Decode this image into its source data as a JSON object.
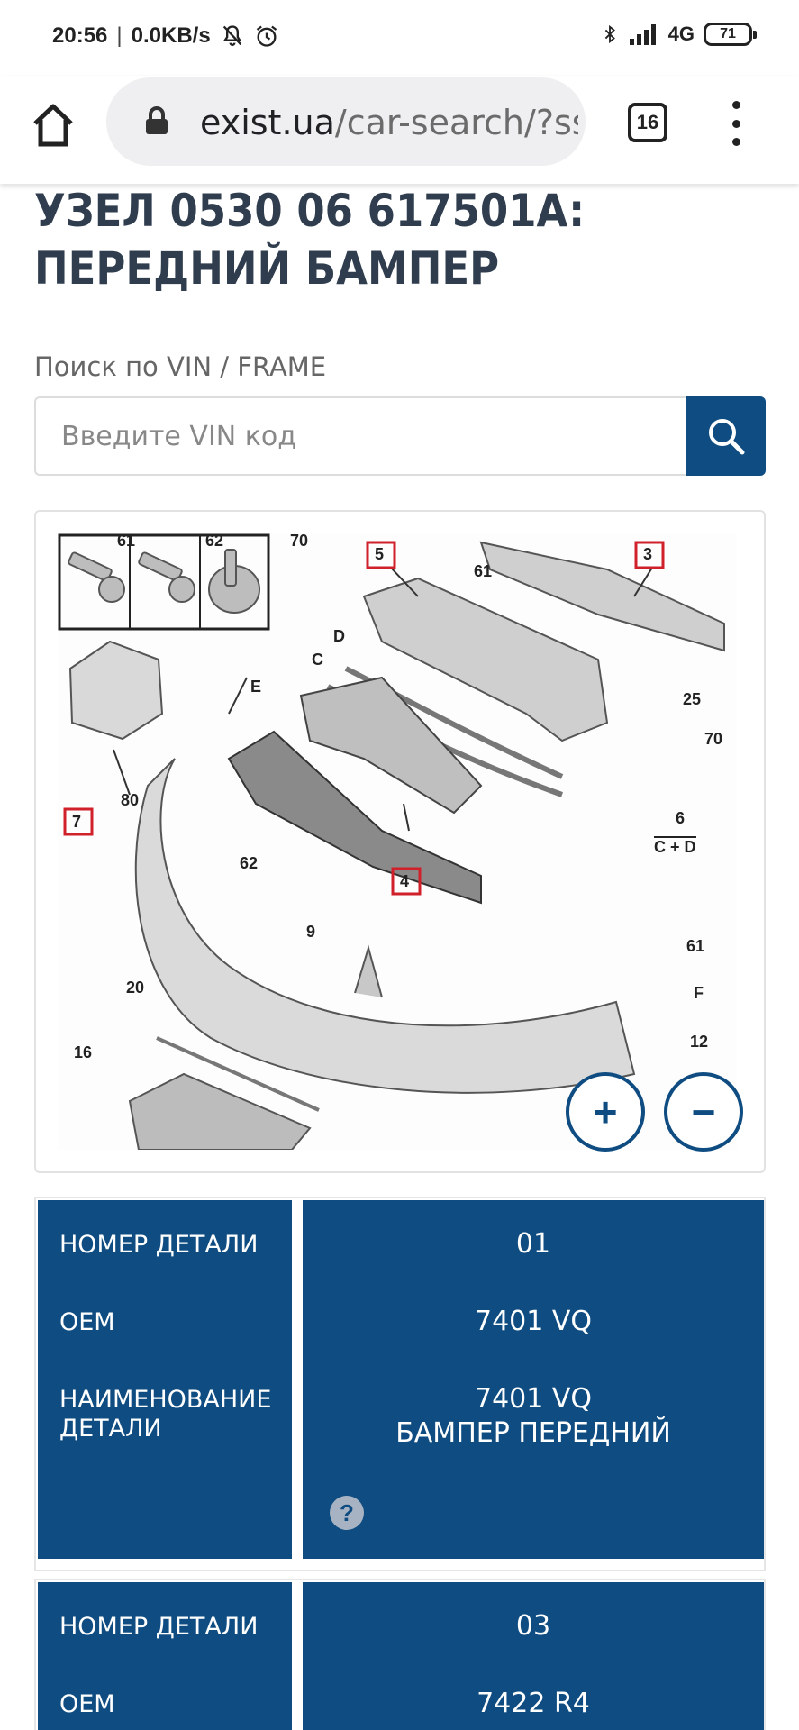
{
  "status_bar": {
    "time": "20:56",
    "separator": "|",
    "speed": "0.0KB/s",
    "network": "4G",
    "battery": "71"
  },
  "browser": {
    "url_domain": "exist.ua",
    "url_path": "/car-search/?ss",
    "tab_count": "16"
  },
  "page": {
    "title": "УЗЕЛ 0530 06 617501A: ПЕРЕДНИЙ БАМПЕР",
    "vin_label": "Поиск по VIN / FRAME",
    "vin_placeholder": "Введите VIN код"
  },
  "diagram": {
    "labels": [
      "61",
      "62",
      "70",
      "5",
      "61",
      "3",
      "D",
      "C",
      "25",
      "E",
      "70",
      "80",
      "7",
      "62",
      "6",
      "C + D",
      "4",
      "9",
      "61",
      "20",
      "F",
      "16",
      "12"
    ],
    "zoom_in": "+",
    "zoom_out": "−"
  },
  "parts": [
    {
      "label_number": "НОМЕР ДЕТАЛИ",
      "number": "01",
      "label_oem": "OEM",
      "oem": "7401 VQ",
      "label_name": "НАИМЕНОВАНИЕ ДЕТАЛИ",
      "name_line1": "7401 VQ",
      "name_line2": "БАМПЕР ПЕРЕДНИЙ",
      "help": "?"
    },
    {
      "label_number": "НОМЕР ДЕТАЛИ",
      "number": "03",
      "label_oem": "OEM",
      "oem": "7422 R4"
    }
  ],
  "colors": {
    "accent": "#0f4c81",
    "title": "#2f3d4e",
    "callout": "#d0202a"
  }
}
